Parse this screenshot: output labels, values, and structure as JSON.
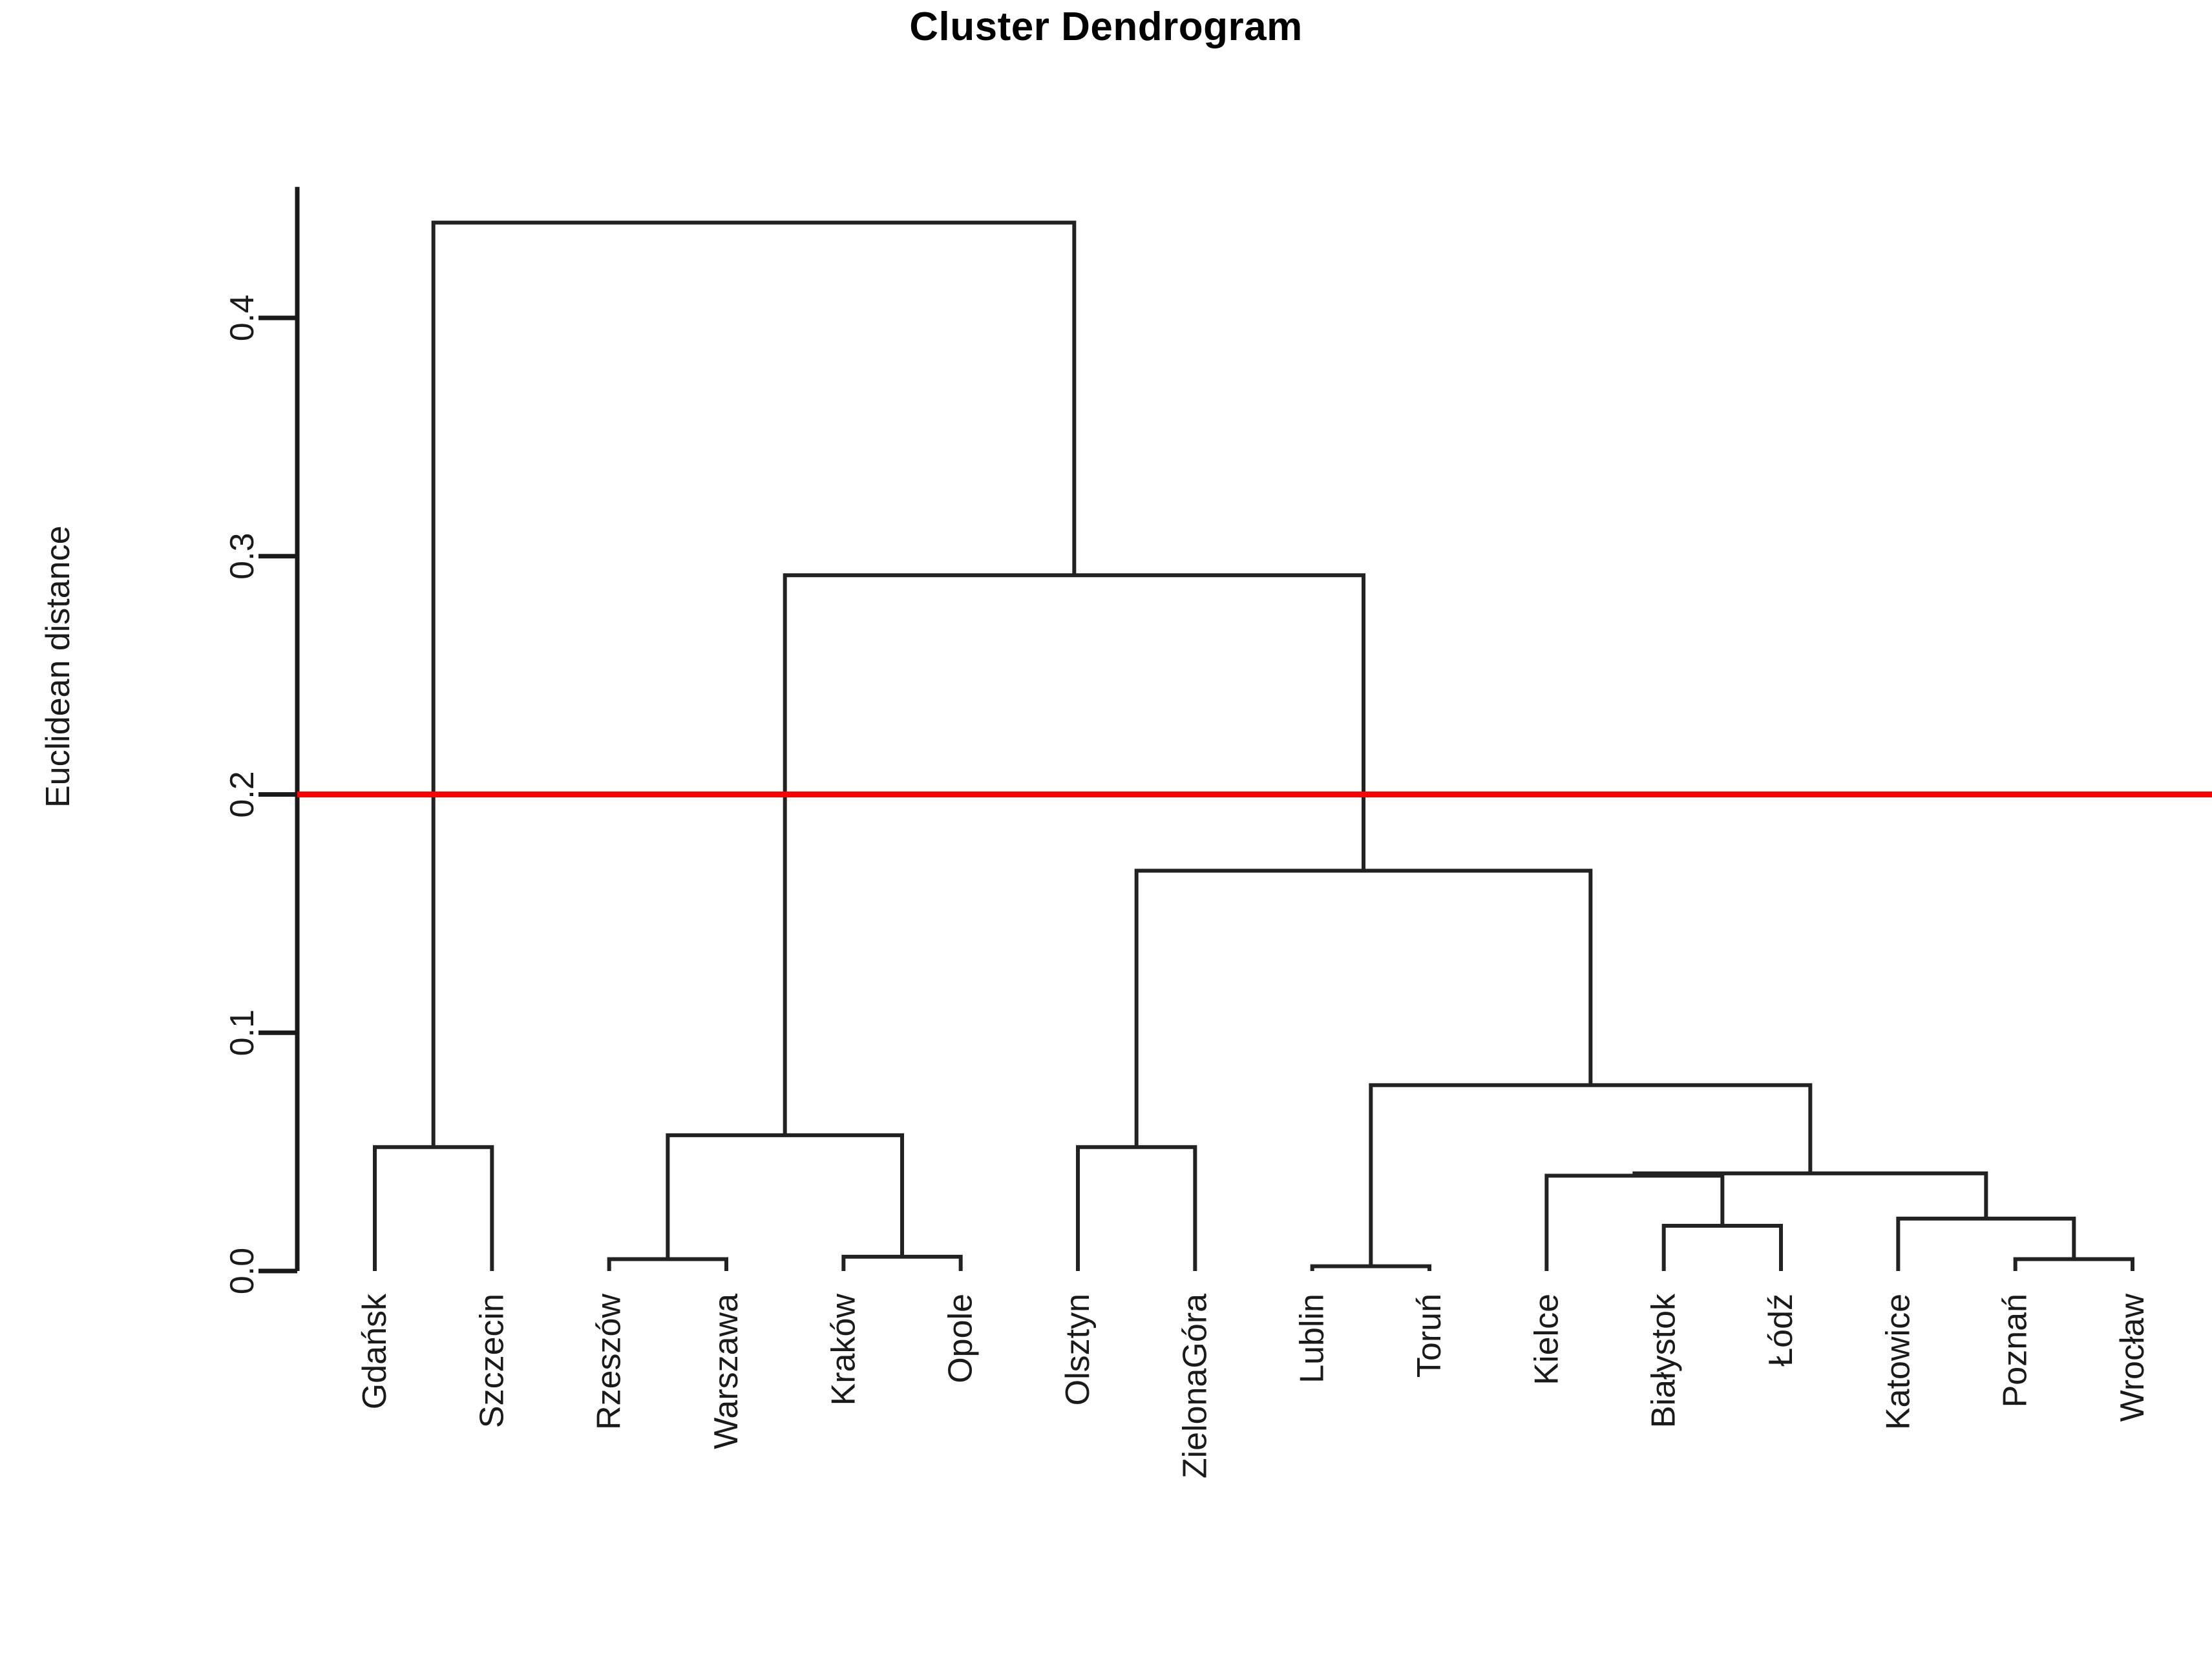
{
  "chart_data": {
    "type": "dendrogram",
    "title": "Cluster Dendrogram",
    "xlabel": "",
    "ylabel": "Euclidean distance",
    "ylim": [
      0.0,
      0.46
    ],
    "grid": false,
    "legend": "none",
    "y_ticks": [
      "0.0",
      "0.1",
      "0.2",
      "0.3",
      "0.4"
    ],
    "y_tick_values": [
      0.0,
      0.1,
      0.2,
      0.3,
      0.4
    ],
    "leaf_labels": [
      "Gdańsk",
      "Szczecin",
      "Rzeszów",
      "Warszawa",
      "Kraków",
      "Opole",
      "Olsztyn",
      "ZielonaGóra",
      "Lublin",
      "Toruń",
      "Kielce",
      "Białystok",
      "Łódź",
      "Katowice",
      "Poznań",
      "Wrocław"
    ],
    "cut_line": {
      "value": 0.2,
      "color": "#ff0000",
      "orientation": "horizontal"
    },
    "link_color": "#222222",
    "merges": [
      {
        "id": "m1",
        "children": [
          "Gdańsk",
          "Szczecin"
        ],
        "height": 0.052
      },
      {
        "id": "m2",
        "children": [
          "Rzeszów",
          "Warszawa"
        ],
        "height": 0.005
      },
      {
        "id": "m3",
        "children": [
          "Kraków",
          "Opole"
        ],
        "height": 0.006
      },
      {
        "id": "m4",
        "children": [
          "m2",
          "m3"
        ],
        "height": 0.057
      },
      {
        "id": "m5",
        "children": [
          "Olsztyn",
          "ZielonaGóra"
        ],
        "height": 0.052
      },
      {
        "id": "m6",
        "children": [
          "Lublin",
          "Toruń"
        ],
        "height": 0.002
      },
      {
        "id": "m7",
        "children": [
          "Białystok",
          "Łódź"
        ],
        "height": 0.019
      },
      {
        "id": "m8",
        "children": [
          "Kielce",
          "m7"
        ],
        "height": 0.04
      },
      {
        "id": "m9",
        "children": [
          "Poznań",
          "Wrocław"
        ],
        "height": 0.005
      },
      {
        "id": "m10",
        "children": [
          "Katowice",
          "m9"
        ],
        "height": 0.022
      },
      {
        "id": "m11",
        "children": [
          "m8",
          "m10"
        ],
        "height": 0.041
      },
      {
        "id": "m12",
        "children": [
          "m6",
          "m11"
        ],
        "height": 0.078
      },
      {
        "id": "m13",
        "children": [
          "m5",
          "m12"
        ],
        "height": 0.168
      },
      {
        "id": "m14",
        "children": [
          "m4",
          "m13"
        ],
        "height": 0.292
      },
      {
        "id": "m15",
        "children": [
          "m1",
          "m14"
        ],
        "height": 0.44
      }
    ]
  }
}
